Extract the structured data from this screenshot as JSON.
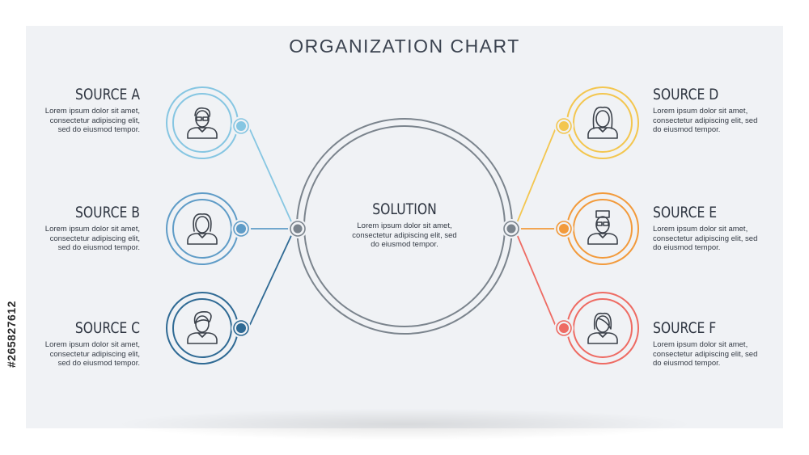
{
  "title": "ORGANIZATION CHART",
  "watermark": "#265827612",
  "center": {
    "label": "SOLUTION",
    "text": [
      "Lorem ipsum dolor sit amet,",
      "consectetur adipiscing elit, sed",
      "do eiusmod tempor."
    ],
    "color": "#7b848d"
  },
  "sources": [
    {
      "id": "a",
      "label": "SOURCE A",
      "side": "left",
      "color": "#86c6e2",
      "icon": "man-glasses-icon",
      "text": [
        "Lorem ipsum dolor sit amet,",
        "consectetur adipiscing elit,",
        "sed do eiusmod tempor."
      ]
    },
    {
      "id": "b",
      "label": "SOURCE B",
      "side": "left",
      "color": "#5f9cc7",
      "icon": "woman-icon",
      "text": [
        "Lorem ipsum dolor sit amet,",
        "consectetur adipiscing elit,",
        "sed do eiusmod tempor."
      ]
    },
    {
      "id": "c",
      "label": "SOURCE C",
      "side": "left",
      "color": "#2f6a94",
      "icon": "man-icon",
      "text": [
        "Lorem ipsum dolor sit amet,",
        "consectetur adipiscing elit,",
        "sed do eiusmod tempor."
      ]
    },
    {
      "id": "d",
      "label": "SOURCE D",
      "side": "right",
      "color": "#f3c64f",
      "icon": "woman-long-hair-icon",
      "text": [
        "Lorem ipsum dolor sit amet,",
        "consectetur adipiscing elit, sed",
        "do eiusmod tempor."
      ]
    },
    {
      "id": "e",
      "label": "SOURCE E",
      "side": "right",
      "color": "#f29a3b",
      "icon": "doctor-icon",
      "text": [
        "Lorem ipsum dolor sit amet,",
        "consectetur adipiscing elit, sed",
        "do eiusmod tempor."
      ]
    },
    {
      "id": "f",
      "label": "SOURCE F",
      "side": "right",
      "color": "#ee6b63",
      "icon": "woman-bob-icon",
      "text": [
        "Lorem ipsum dolor sit amet,",
        "consectetur adipiscing elit, sed",
        "do eiusmod tempor."
      ]
    }
  ]
}
